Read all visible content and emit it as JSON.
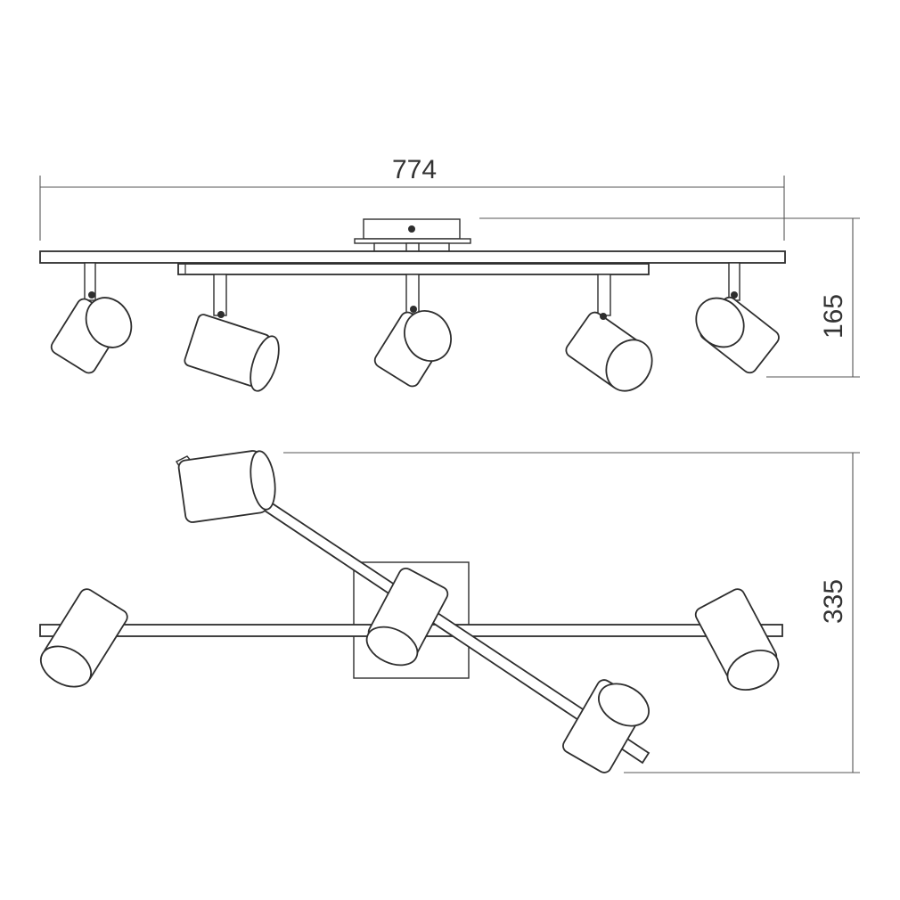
{
  "dimensions": {
    "width": "774",
    "height": "165",
    "depth": "335"
  }
}
